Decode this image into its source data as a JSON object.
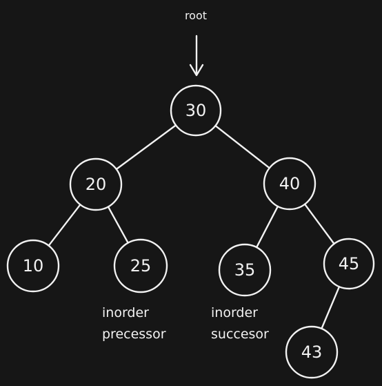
{
  "root_label": "root",
  "nodes": [
    {
      "id": "n30",
      "label": "30"
    },
    {
      "id": "n20",
      "label": "20"
    },
    {
      "id": "n40",
      "label": "40"
    },
    {
      "id": "n10",
      "label": "10"
    },
    {
      "id": "n25",
      "label": "25"
    },
    {
      "id": "n35",
      "label": "35"
    },
    {
      "id": "n45",
      "label": "45"
    },
    {
      "id": "n43",
      "label": "43"
    }
  ],
  "edges": [
    {
      "from": "n30",
      "to": "n20"
    },
    {
      "from": "n30",
      "to": "n40"
    },
    {
      "from": "n20",
      "to": "n10"
    },
    {
      "from": "n20",
      "to": "n25"
    },
    {
      "from": "n40",
      "to": "n35"
    },
    {
      "from": "n40",
      "to": "n45"
    },
    {
      "from": "n45",
      "to": "n43"
    }
  ],
  "annotations": {
    "predecessor": [
      "inorder",
      "precessor"
    ],
    "successor": [
      "inorder",
      "succesor"
    ]
  }
}
